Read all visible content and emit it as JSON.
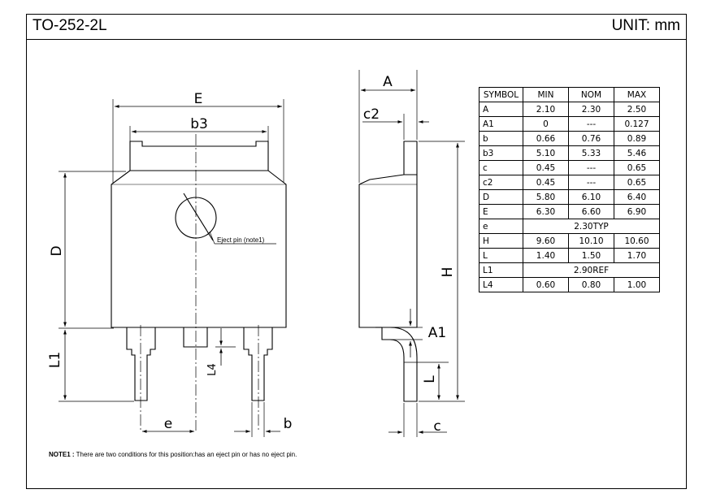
{
  "header": {
    "title": "TO-252-2L",
    "unit": "UNIT: mm"
  },
  "dimension_labels": {
    "E": "E",
    "b3": "b3",
    "D": "D",
    "L1": "L1",
    "L4": "L4",
    "e": "e",
    "b": "b",
    "A": "A",
    "c2": "c2",
    "H": "H",
    "A1": "A1",
    "L": "L",
    "c": "c"
  },
  "eject_pin_label": "Eject pin  (note1)",
  "table": {
    "headers": [
      "SYMBOL",
      "MIN",
      "NOM",
      "MAX"
    ],
    "rows": [
      {
        "symbol": "A",
        "min": "2.10",
        "nom": "2.30",
        "max": "2.50"
      },
      {
        "symbol": "A1",
        "min": "0",
        "nom": "---",
        "max": "0.127"
      },
      {
        "symbol": "b",
        "min": "0.66",
        "nom": "0.76",
        "max": "0.89"
      },
      {
        "symbol": "b3",
        "min": "5.10",
        "nom": "5.33",
        "max": "5.46"
      },
      {
        "symbol": "c",
        "min": "0.45",
        "nom": "---",
        "max": "0.65"
      },
      {
        "symbol": "c2",
        "min": "0.45",
        "nom": "---",
        "max": "0.65"
      },
      {
        "symbol": "D",
        "min": "5.80",
        "nom": "6.10",
        "max": "6.40"
      },
      {
        "symbol": "E",
        "min": "6.30",
        "nom": "6.60",
        "max": "6.90"
      },
      {
        "symbol": "e",
        "span": "2.30TYP"
      },
      {
        "symbol": "H",
        "min": "9.60",
        "nom": "10.10",
        "max": "10.60"
      },
      {
        "symbol": "L",
        "min": "1.40",
        "nom": "1.50",
        "max": "1.70"
      },
      {
        "symbol": "L1",
        "span": "2.90REF"
      },
      {
        "symbol": "L4",
        "min": "0.60",
        "nom": "0.80",
        "max": "1.00"
      }
    ]
  },
  "note": {
    "label": "NOTE1 :",
    "text": " There are two conditions for this position:has an eject pin or has no eject pin."
  }
}
